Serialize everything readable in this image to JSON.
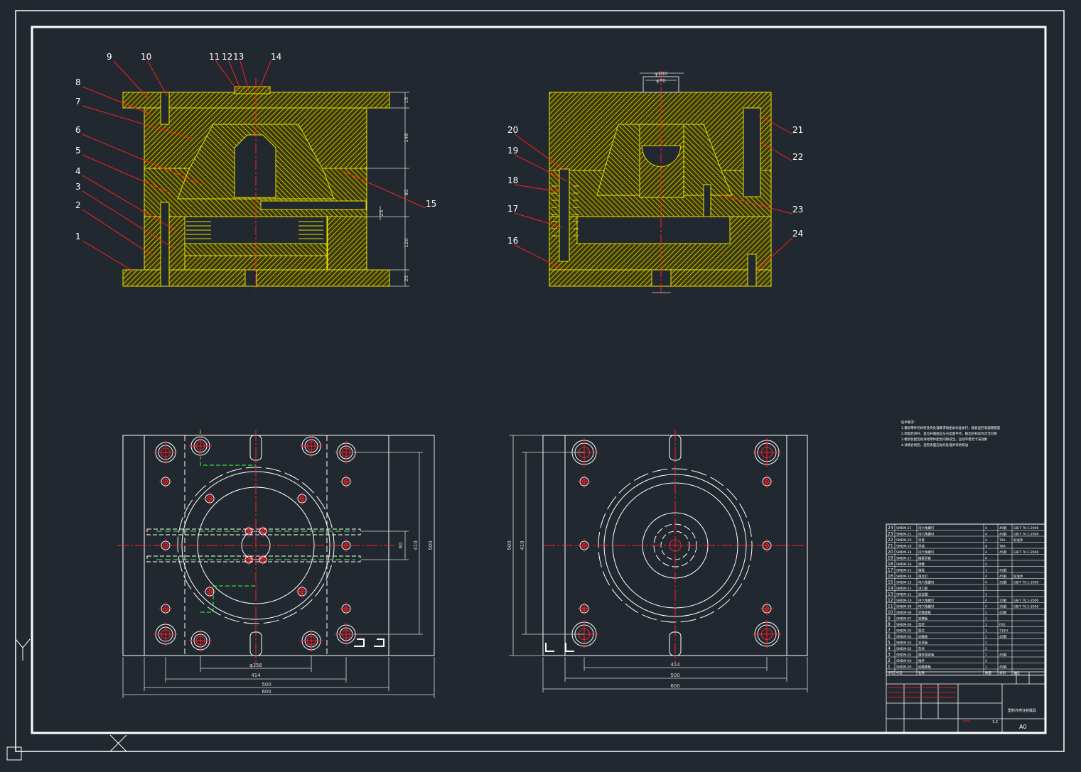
{
  "colors": {
    "background": "#212830",
    "frame": "#ffffff",
    "hatch": "#e8e000",
    "hatch_fill": "#3a3a10",
    "center": "#ff2020",
    "leader": "#ff2020",
    "green": "#40ff40",
    "dim": "#d8d8d8"
  },
  "left_callouts": [
    "9",
    "10",
    "11",
    "12",
    "13",
    "14",
    "8",
    "7",
    "6",
    "5",
    "4",
    "3",
    "2",
    "1",
    "15"
  ],
  "right_callouts": [
    "20",
    "19",
    "18",
    "17",
    "16",
    "21",
    "22",
    "23",
    "24"
  ],
  "dims": {
    "left_plan_bottom": [
      "φ356",
      "414",
      "500",
      "600"
    ],
    "left_plan_right": [
      "60",
      "410",
      "500"
    ],
    "right_plan_bottom": [
      "414",
      "500",
      "600"
    ],
    "right_plan_left": [
      "500",
      "410"
    ],
    "section_right": [
      "15",
      "146",
      "80",
      "25",
      "120",
      "25"
    ],
    "right_top": [
      "φ100",
      "φ70"
    ]
  },
  "notes": {
    "title": "技术要求：",
    "lines": [
      "1.模具零件的材料及热处理要求按相关标准执行，模具型腔表面粗糙度",
      "2.装配后顶杆、复位杆端面应与分型面平齐，推出机构动作灵活可靠",
      "3.模具装配后各滑动零件配合间隙适当，运动平稳无卡滞现象",
      "4.试模合格后，型腔表面应抛光处理并涂防锈油"
    ]
  },
  "bom": {
    "rows": [
      [
        "24",
        "SMDM-22",
        "内六角螺钉",
        "4",
        "45钢",
        "GB/T 70.1-2000"
      ],
      [
        "23",
        "SMDM-21",
        "内六角螺钉",
        "4",
        "45钢",
        "GB/T 70.1-2000"
      ],
      [
        "22",
        "SMDM-20",
        "导套",
        "4",
        "T8A",
        "标准件"
      ],
      [
        "21",
        "SMDM-19",
        "导柱",
        "4",
        "T8A",
        ""
      ],
      [
        "20",
        "SMDM-18",
        "内六角螺钉",
        "4",
        "45钢",
        "GB/T 70.1-2000"
      ],
      [
        "19",
        "SMDM-17",
        "推板导套",
        "4",
        "",
        ""
      ],
      [
        "18",
        "SMDM-16",
        "弹簧",
        "4",
        "",
        ""
      ],
      [
        "17",
        "SMDM-15",
        "推板",
        "1",
        "45钢",
        ""
      ],
      [
        "16",
        "SMDM-14",
        "限位钉",
        "4",
        "45钢",
        "标准件"
      ],
      [
        "15",
        "SMDM-13",
        "内六角螺钉",
        "4",
        "35钢",
        "GB/T 70.1-2000"
      ],
      [
        "14",
        "SMDM-12",
        "浇口套",
        "1",
        "",
        ""
      ],
      [
        "13",
        "SMDM-11",
        "定位圈",
        "1",
        "",
        ""
      ],
      [
        "12",
        "SMDM-10",
        "内六角螺钉",
        "4",
        "35钢",
        "GB/T 70.1-2000"
      ],
      [
        "11",
        "SMDM-09",
        "内六角螺钉",
        "4",
        "35钢",
        "GB/T 70.1-2000"
      ],
      [
        "10",
        "SMDM-08",
        "定模座板",
        "1",
        "45钢",
        ""
      ],
      [
        "9",
        "SMDM-07",
        "定模板",
        "1",
        "",
        ""
      ],
      [
        "8",
        "SMDM-06",
        "型腔",
        "1",
        "P20",
        ""
      ],
      [
        "7",
        "SMDM-05",
        "型芯",
        "1",
        "718H",
        ""
      ],
      [
        "6",
        "SMDM-04",
        "动模板",
        "1",
        "45钢",
        ""
      ],
      [
        "5",
        "SMDM-03",
        "支承板",
        "1",
        "",
        ""
      ],
      [
        "4",
        "SMDM-02",
        "垫块",
        "2",
        "",
        ""
      ],
      [
        "3",
        "SMDM-01",
        "推杆固定板",
        "1",
        "45钢",
        ""
      ],
      [
        "2",
        "SMDM-00",
        "推杆",
        "2",
        "",
        ""
      ],
      [
        "1",
        "SMDM-00",
        "动模座板",
        "1",
        "45钢",
        ""
      ]
    ],
    "header": [
      "序号",
      "代号",
      "名称",
      "数量",
      "材料",
      "备注"
    ],
    "title": "塑料外壳注射模具",
    "sheet": "A0",
    "scale": "1:2"
  }
}
